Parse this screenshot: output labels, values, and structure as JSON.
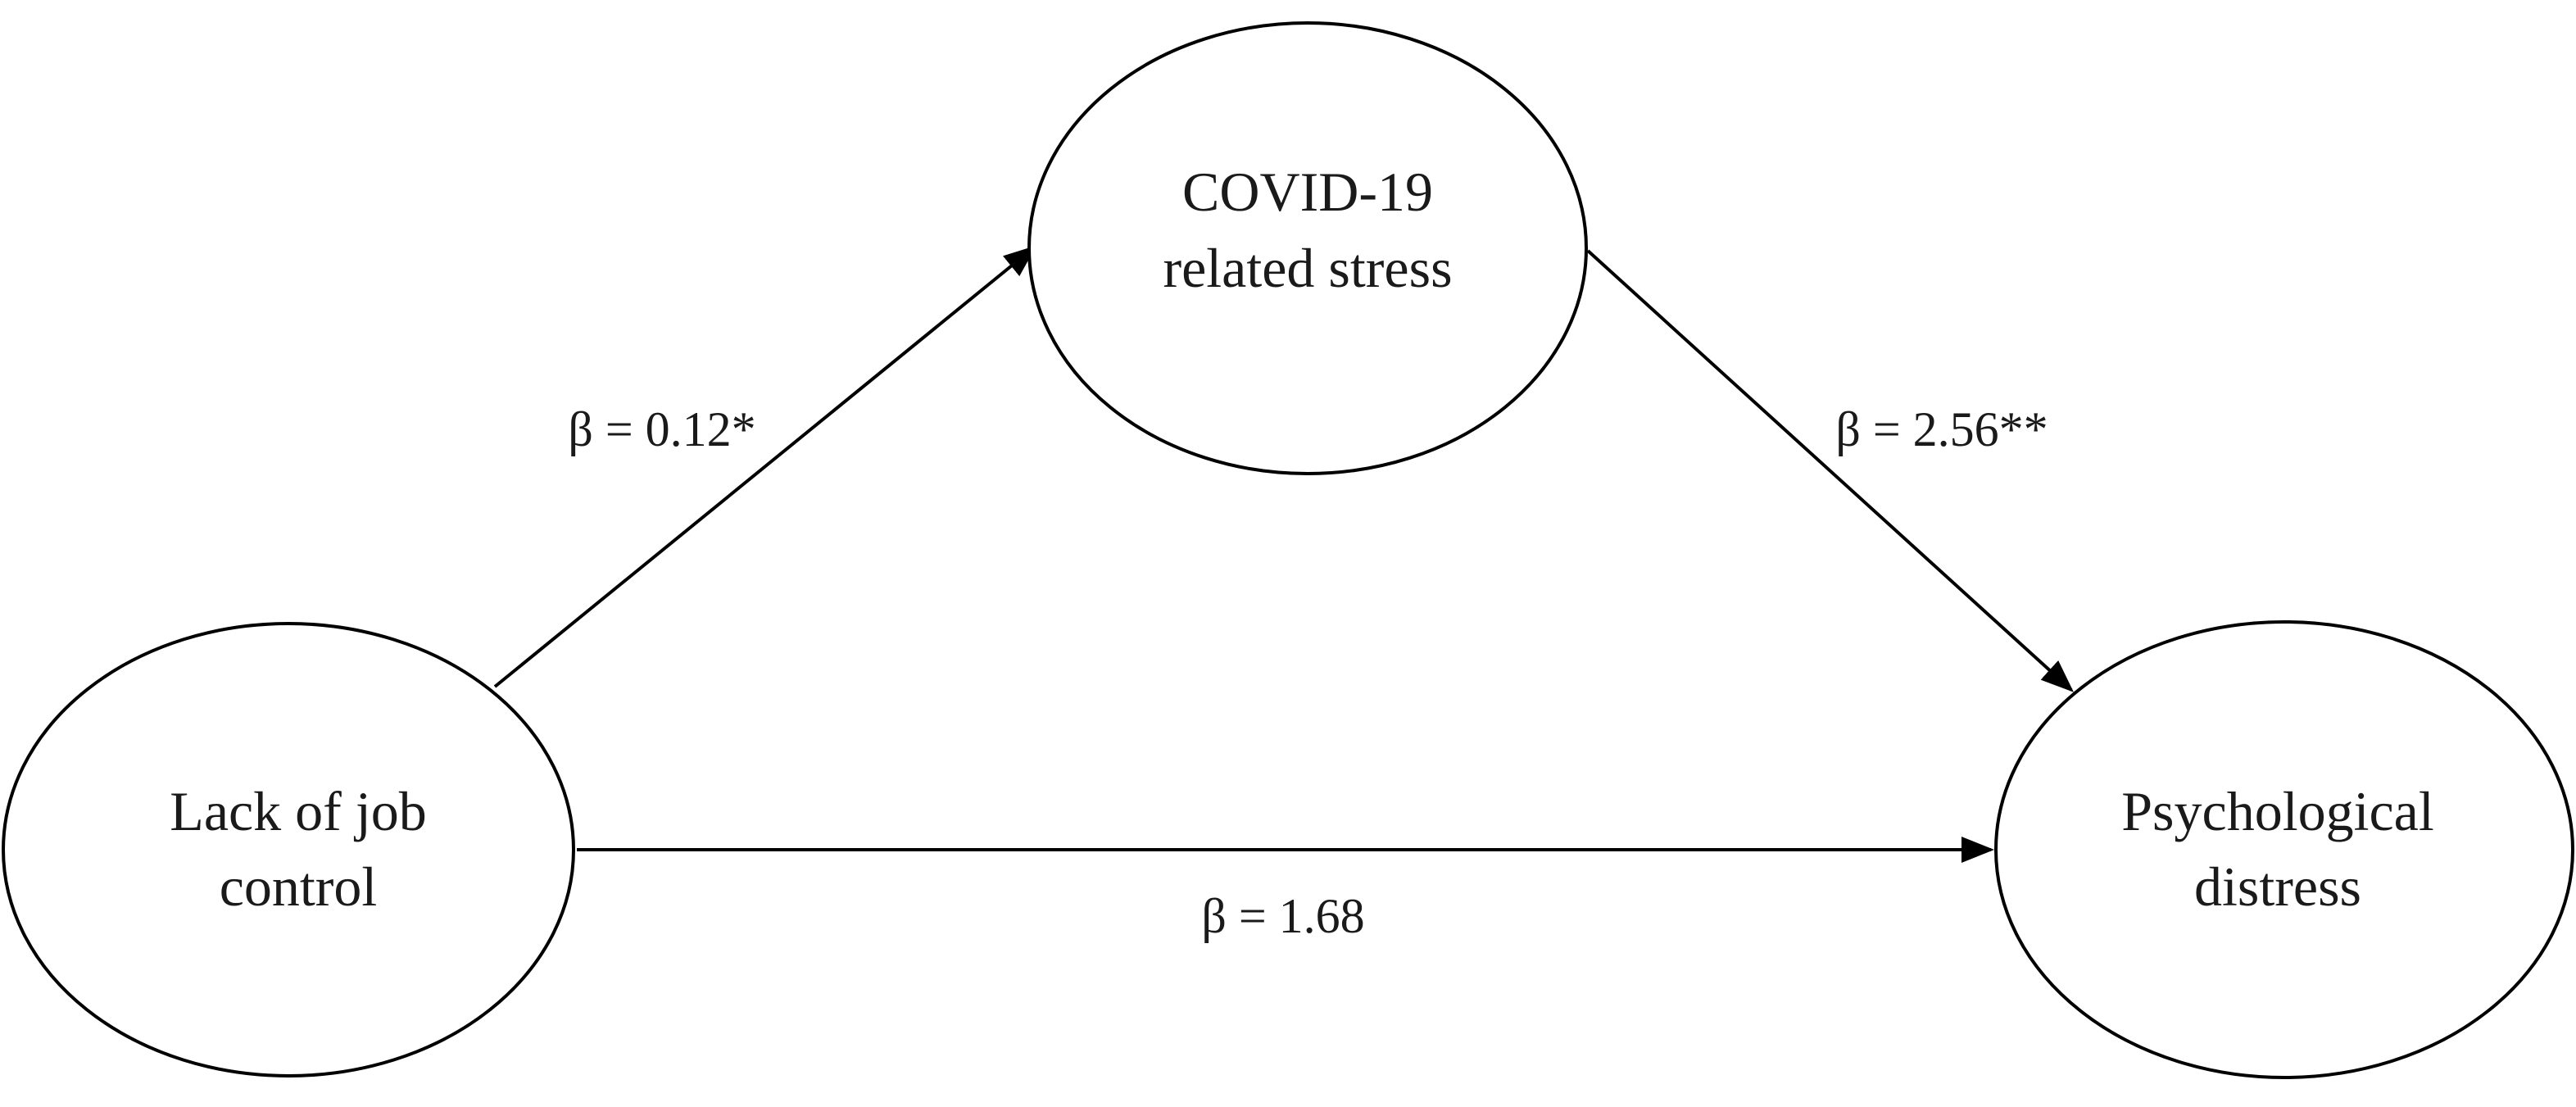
{
  "diagram": {
    "nodes": {
      "mediator": {
        "line1": "COVID-19",
        "line2": "related stress"
      },
      "predictor": {
        "line1": "Lack of job",
        "line2": "control"
      },
      "outcome": {
        "line1": "Psychological",
        "line2": "distress"
      }
    },
    "paths": {
      "a_path": {
        "label": "β = 0.12*",
        "coefficient": 0.12,
        "significance": "*"
      },
      "b_path": {
        "label": "β = 2.56**",
        "coefficient": 2.56,
        "significance": "**"
      },
      "c_path": {
        "label": "β = 1.68",
        "coefficient": 1.68,
        "significance": ""
      }
    }
  },
  "colors": {
    "stroke": "#000000",
    "text": "#1a1a1a",
    "background": "#ffffff"
  }
}
